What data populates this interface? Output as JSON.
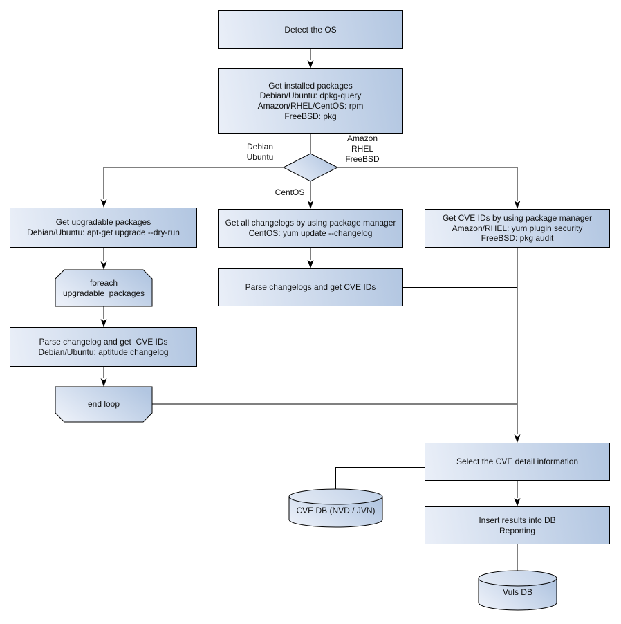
{
  "colors": {
    "background": "#ffffff",
    "node_fill_light": "#eaeff8",
    "node_fill_dark": "#b2c6e1",
    "cylinder_top_light": "#e2e9f4",
    "cylinder_top_dark": "#c2d2e8",
    "border": "#000000",
    "text": "#111111"
  },
  "nodes": {
    "detect_os": {
      "label": "Detect the OS"
    },
    "get_installed_packages": {
      "label": "Get installed packages\nDebian/Ubuntu: dpkg-query\nAmazon/RHEL/CentOS: rpm\nFreeBSD: pkg"
    },
    "get_upgradable_packages": {
      "label": "Get upgradable packages\nDebian/Ubuntu: apt-get upgrade --dry-run"
    },
    "foreach_loop": {
      "label": "foreach\nupgradable  packages"
    },
    "parse_changelog": {
      "label": "Parse changelog and get  CVE IDs\nDebian/Ubuntu: aptitude changelog"
    },
    "end_loop": {
      "label": "end loop"
    },
    "get_all_changelogs": {
      "label": "Get all changelogs by using package manager\nCentOS: yum update --changelog"
    },
    "parse_changelogs": {
      "label": "Parse changelogs and get CVE IDs"
    },
    "get_cve_ids": {
      "label": "Get CVE IDs by using package manager\nAmazon/RHEL: yum plugin security\nFreeBSD: pkg audit"
    },
    "select_cve_detail": {
      "label": "Select the CVE detail information"
    },
    "cve_db": {
      "label": "CVE DB (NVD / JVN)"
    },
    "insert_results": {
      "label": "Insert results into DB\nReporting"
    },
    "vuls_db": {
      "label": "Vuls DB"
    }
  },
  "edge_labels": {
    "debian_ubuntu": "Debian\nUbuntu",
    "amazon_rhel_freebsd": "Amazon\nRHEL\nFreeBSD",
    "centos": "CentOS"
  }
}
